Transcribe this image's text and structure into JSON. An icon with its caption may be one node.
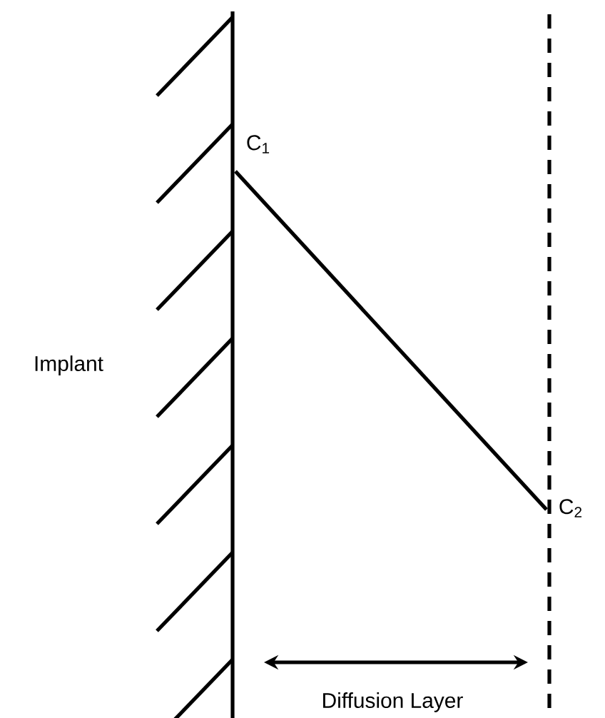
{
  "diagram": {
    "labels": [
      "C$_{1}$",
      "Implant",
      "C$_{2}$",
      "Diffusion Layer"
    ]
  }
}
